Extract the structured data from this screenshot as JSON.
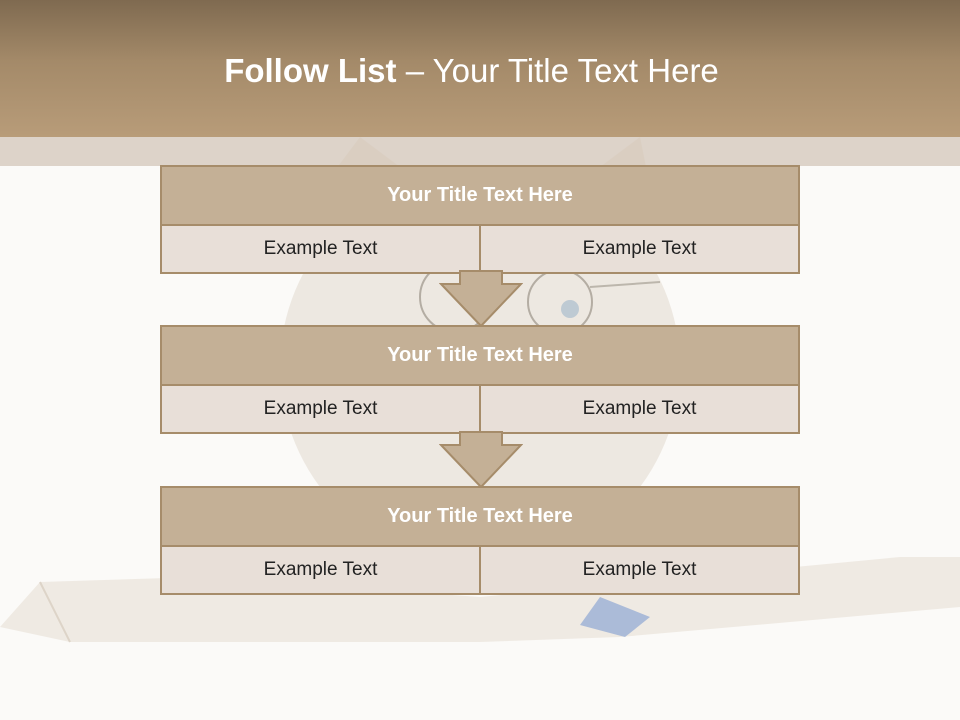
{
  "slide": {
    "title_bold": "Follow List",
    "title_rest": " – Your Title Text Here"
  },
  "steps": [
    {
      "title": "Your Title Text Here",
      "left": "Example Text",
      "right": "Example Text"
    },
    {
      "title": "Your Title Text Here",
      "left": "Example Text",
      "right": "Example Text"
    },
    {
      "title": "Your Title Text Here",
      "left": "Example Text",
      "right": "Example Text"
    }
  ],
  "colors": {
    "header": "#a48a69",
    "box_title": "#c4b096",
    "box_body": "#e8dfd8",
    "border": "#a68c6a"
  },
  "icons": [
    "down-arrow-icon",
    "down-arrow-icon"
  ]
}
